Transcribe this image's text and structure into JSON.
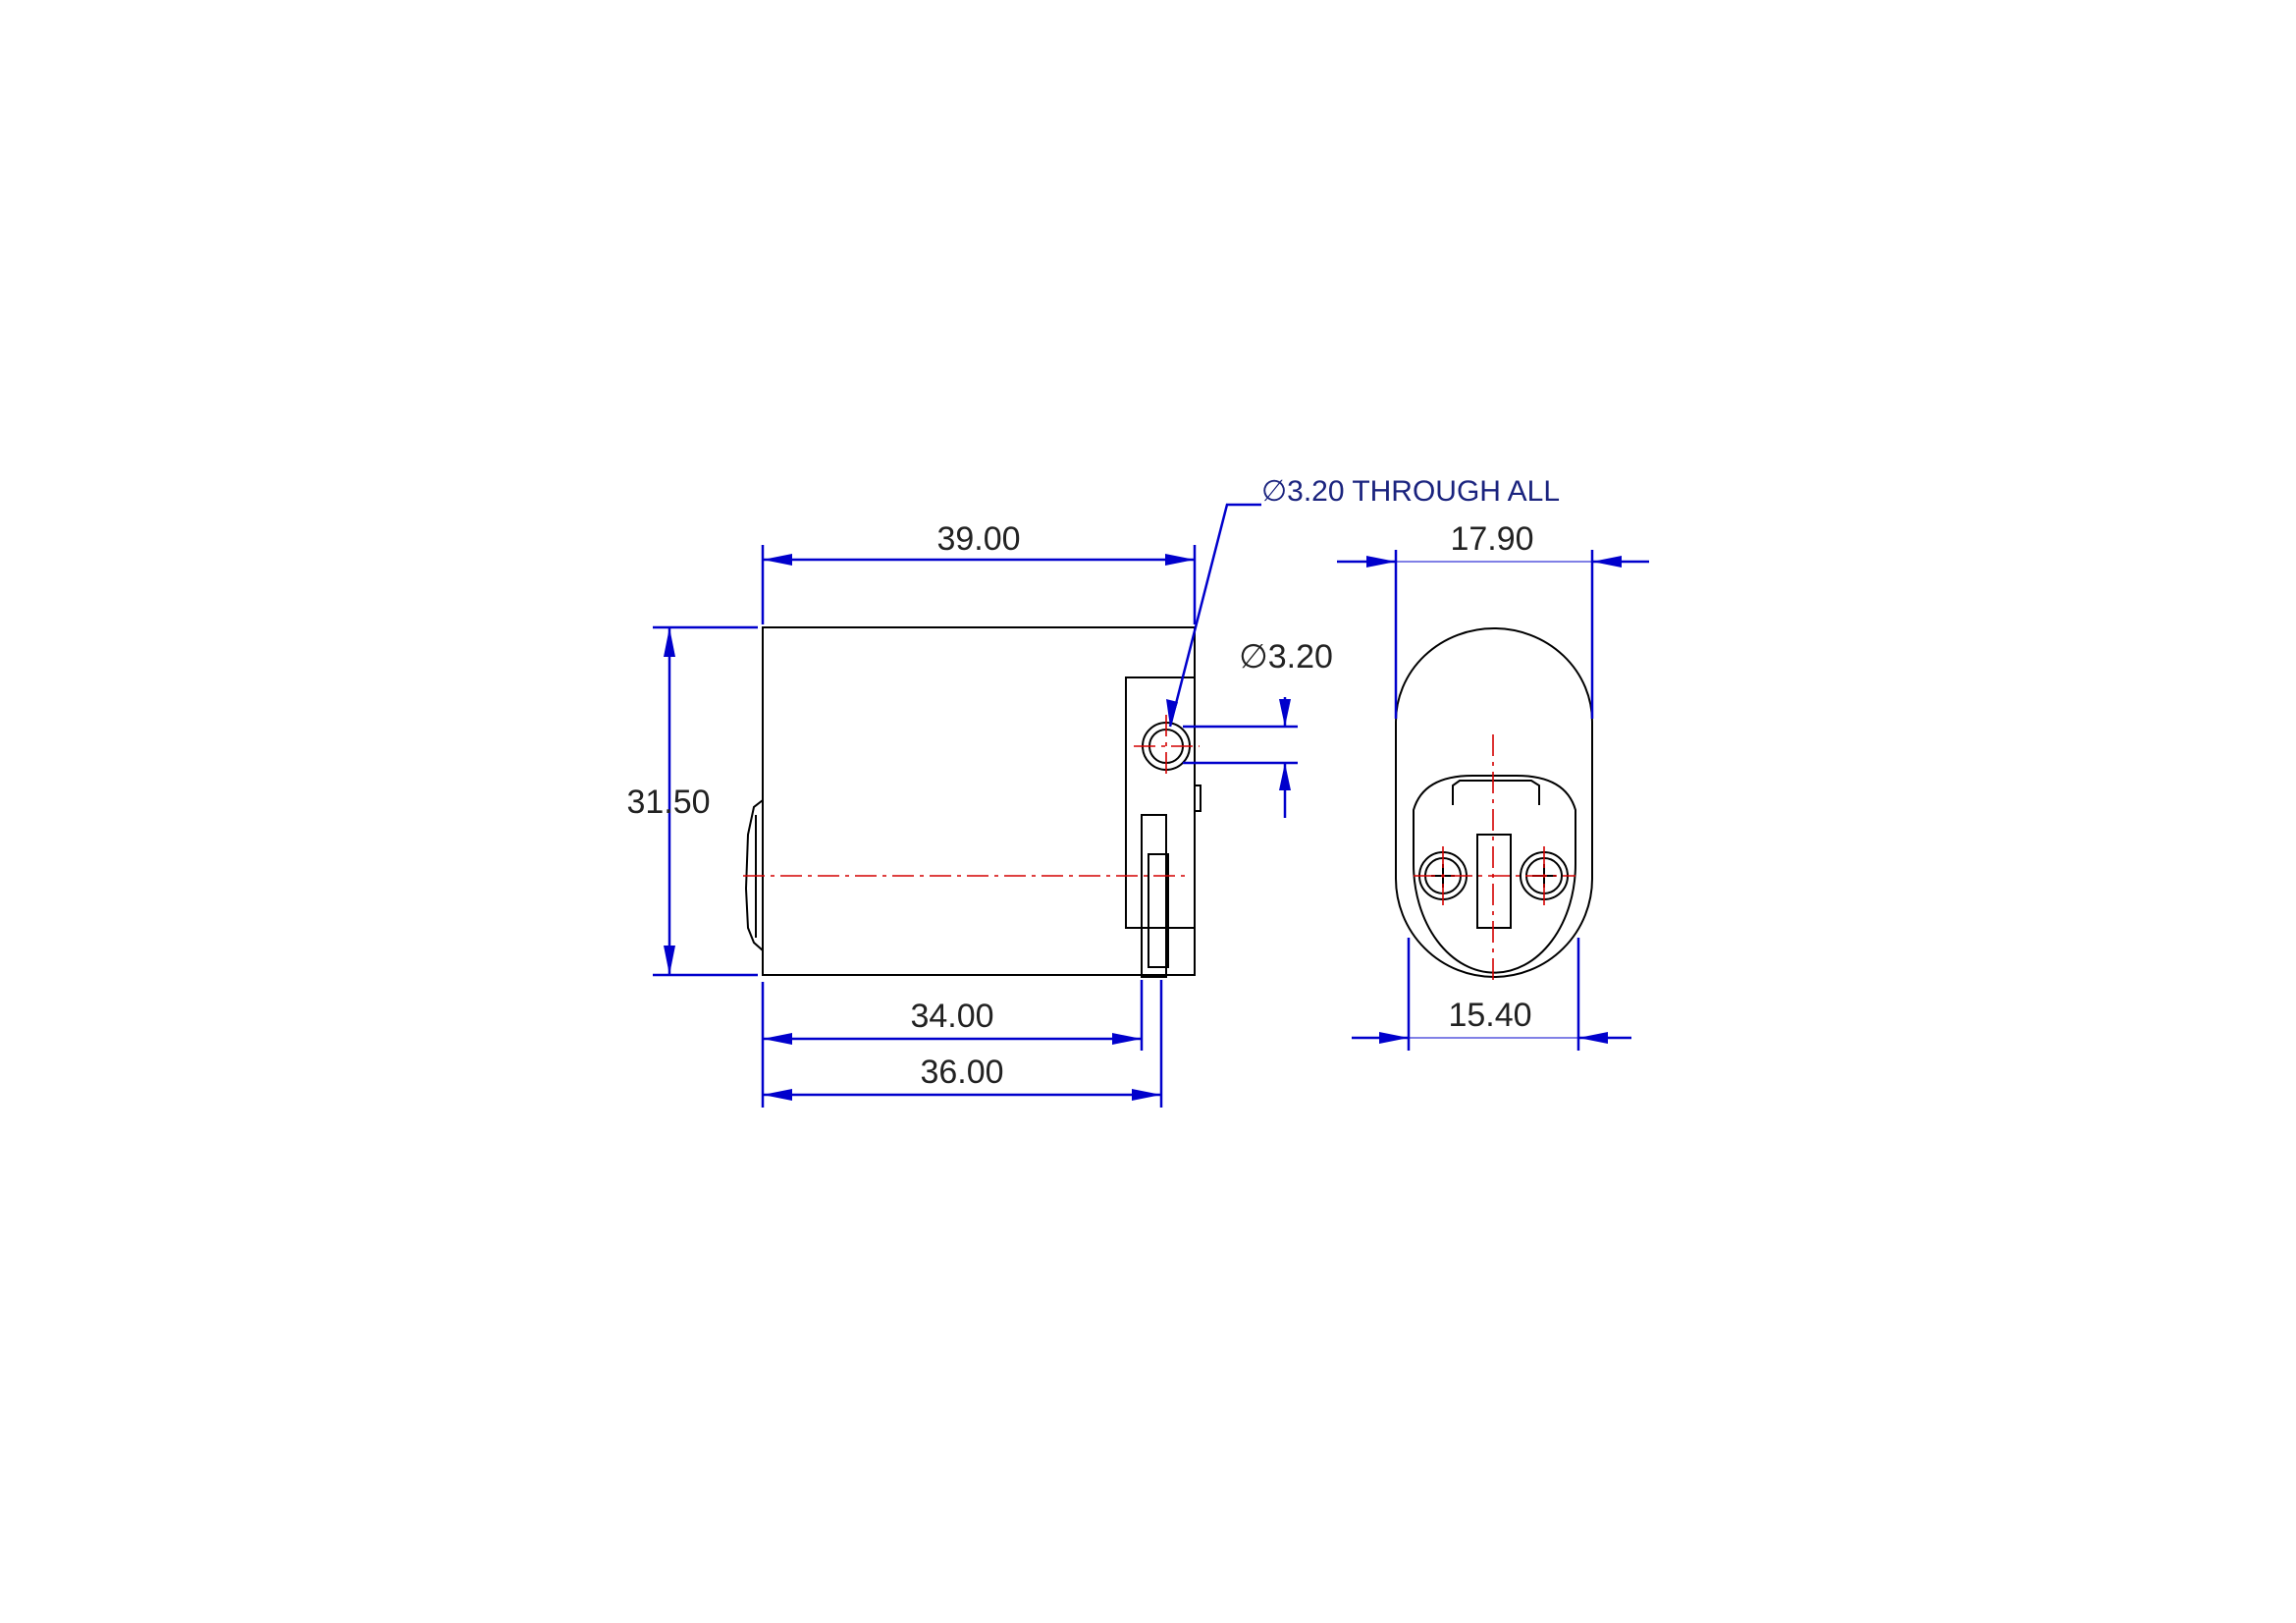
{
  "colors": {
    "object_lines": "#000000",
    "dimension_lines": "#0000cc",
    "center_lines": "#d40000",
    "background": "#ffffff"
  },
  "front_view": {
    "overall_width": "39.00",
    "height": "31.50",
    "body_length": "34.00",
    "total_length": "36.00",
    "hole_diameter": "∅3.20",
    "hole_note": "∅3.20 THROUGH ALL"
  },
  "end_view": {
    "outer_width": "17.90",
    "inner_width": "15.40"
  }
}
